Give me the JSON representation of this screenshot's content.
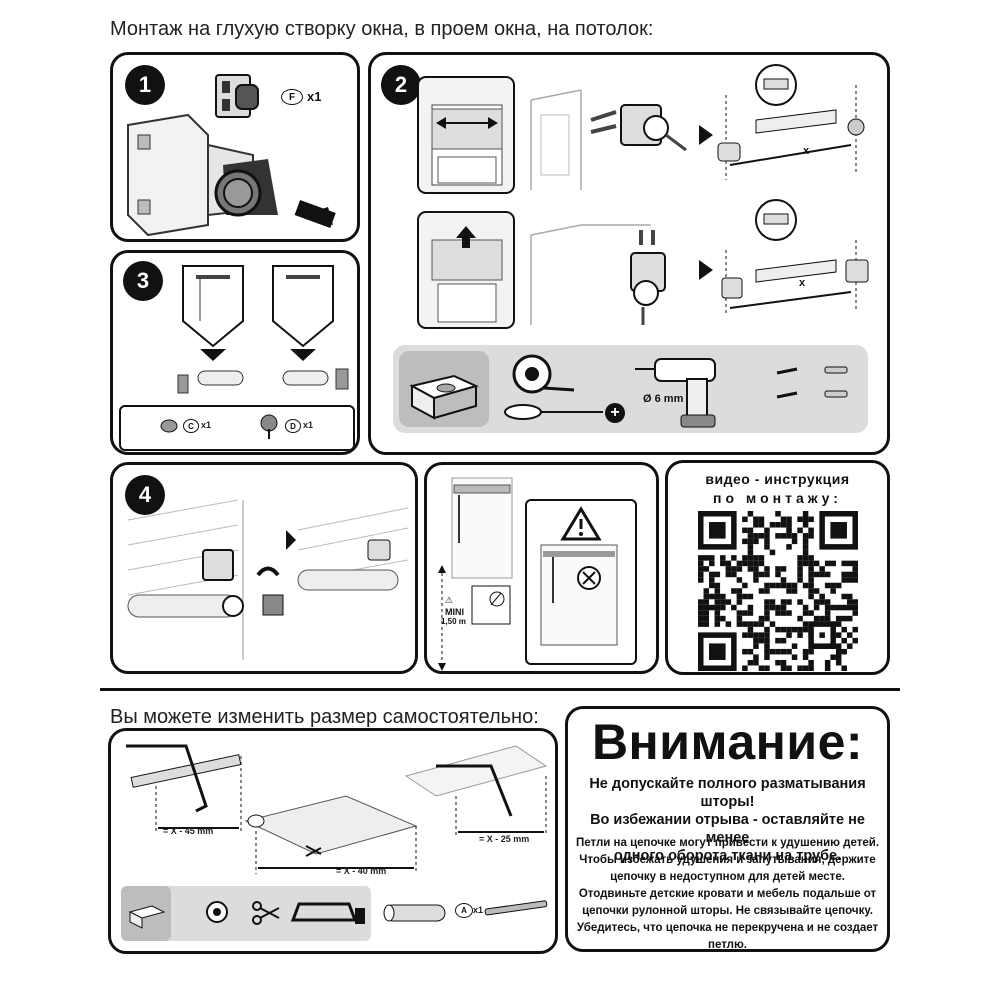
{
  "headers": {
    "mounting": "Монтаж на глухую створку окна, в проем окна, на потолок:",
    "resize": "Вы можете изменить размер самостоятельно:"
  },
  "steps": {
    "step1": {
      "number": "1",
      "part_letter": "F",
      "part_qty": "x1"
    },
    "step2": {
      "number": "2",
      "dim_x": "x",
      "drill": "Ø 6 mm"
    },
    "step3": {
      "number": "3",
      "part_c_letter": "C",
      "part_c_qty": "x1",
      "part_d_letter": "D",
      "part_d_qty": "x1"
    },
    "step4": {
      "number": "4"
    }
  },
  "safety_panel": {
    "mini_label": "MINI",
    "mini_value": "1,50 m"
  },
  "qr_panel": {
    "line1": "видео - инструкция",
    "line2": "по монтажу:"
  },
  "resize_panel": {
    "dim1": "= X - 45 mm",
    "dim2": "= X - 40 mm",
    "dim3": "= X - 25 mm",
    "part_letter": "A",
    "part_qty": "x1"
  },
  "warning": {
    "title": "Внимание:",
    "para1": [
      "Не допускайте полного разматывания шторы!",
      "Во избежании отрыва - оставляйте не менее",
      "одного оборота ткани на трубе."
    ],
    "para2": [
      "Петли на цепочке могут привести к удушению детей.",
      "Чтобы избежать удушения и запутывания, держите",
      "цепочку в недоступном для детей месте.",
      "Отодвиньте детские кровати и мебель подальше от",
      "цепочки рулонной шторы. Не связывайте цепочку.",
      "Убедитесь, что цепочка не перекручена и не создает",
      "петлю."
    ]
  }
}
